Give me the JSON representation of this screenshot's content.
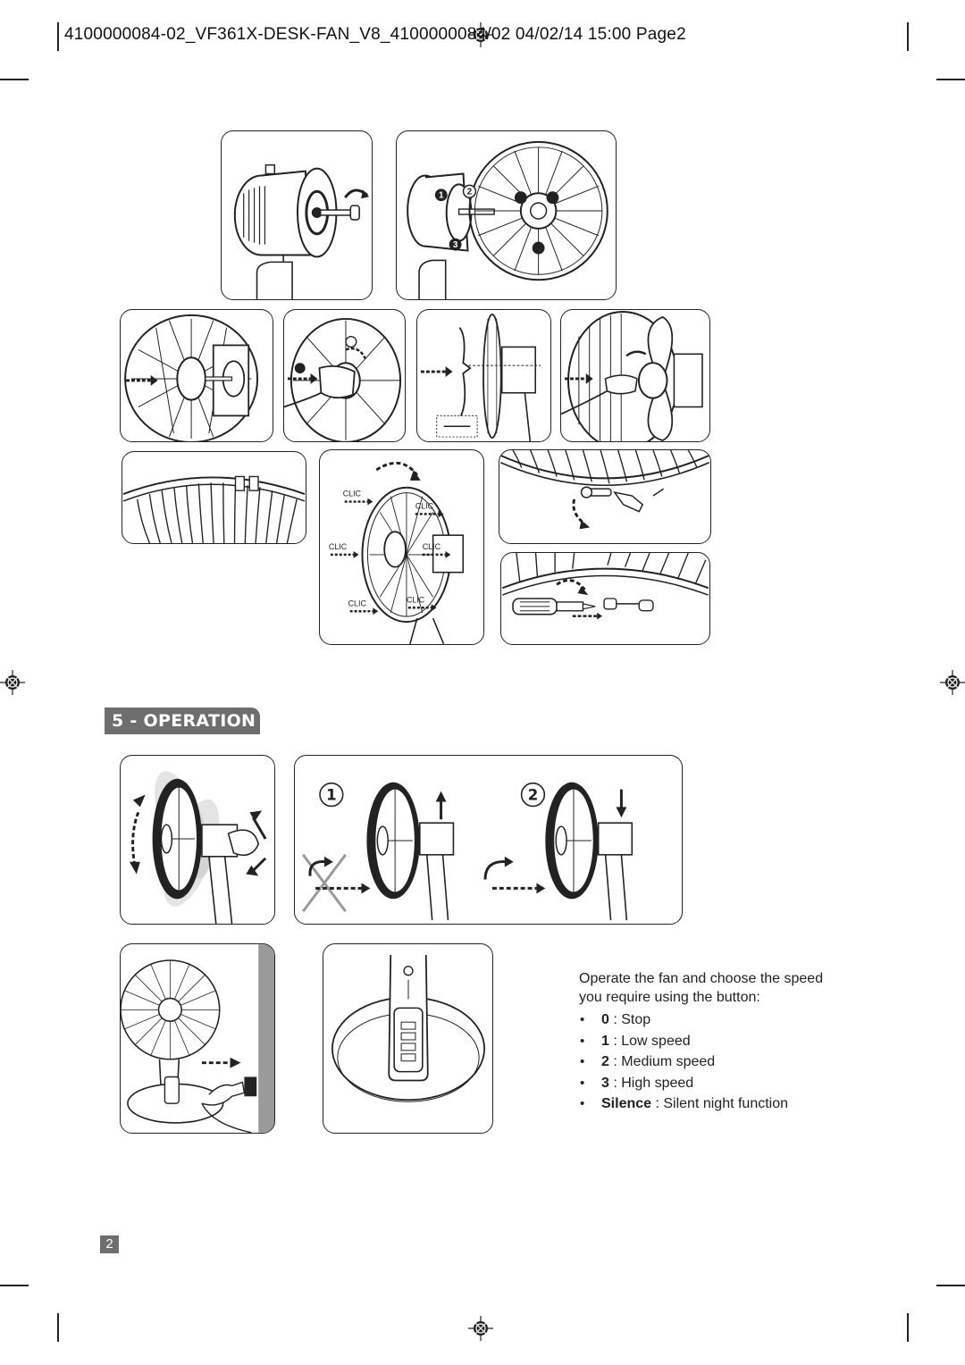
{
  "header": {
    "file_line": "4100000084-02_VF361X-DESK-FAN_V8_4100000084/02 04/02/14 15:00 Page2"
  },
  "assembly": {
    "step_marks": [
      "1",
      "2",
      "3"
    ],
    "clic_label": "CLIC"
  },
  "operation": {
    "title": "5 - OPERATION",
    "step_markers": [
      "1",
      "2"
    ],
    "instructions_intro": "Operate the fan and choose the speed you require using the button:",
    "speeds": [
      {
        "key": "0",
        "desc": "Stop"
      },
      {
        "key": "1",
        "desc": "Low speed"
      },
      {
        "key": "2",
        "desc": "Medium speed"
      },
      {
        "key": "3",
        "desc": "High speed"
      },
      {
        "key": "Silence",
        "desc": "Silent night function"
      }
    ]
  },
  "footer": {
    "page_number": "2"
  },
  "colors": {
    "title_bg": "#6e6e6e",
    "line_art": "#222222",
    "wall_gray": "#9a9a9a"
  }
}
